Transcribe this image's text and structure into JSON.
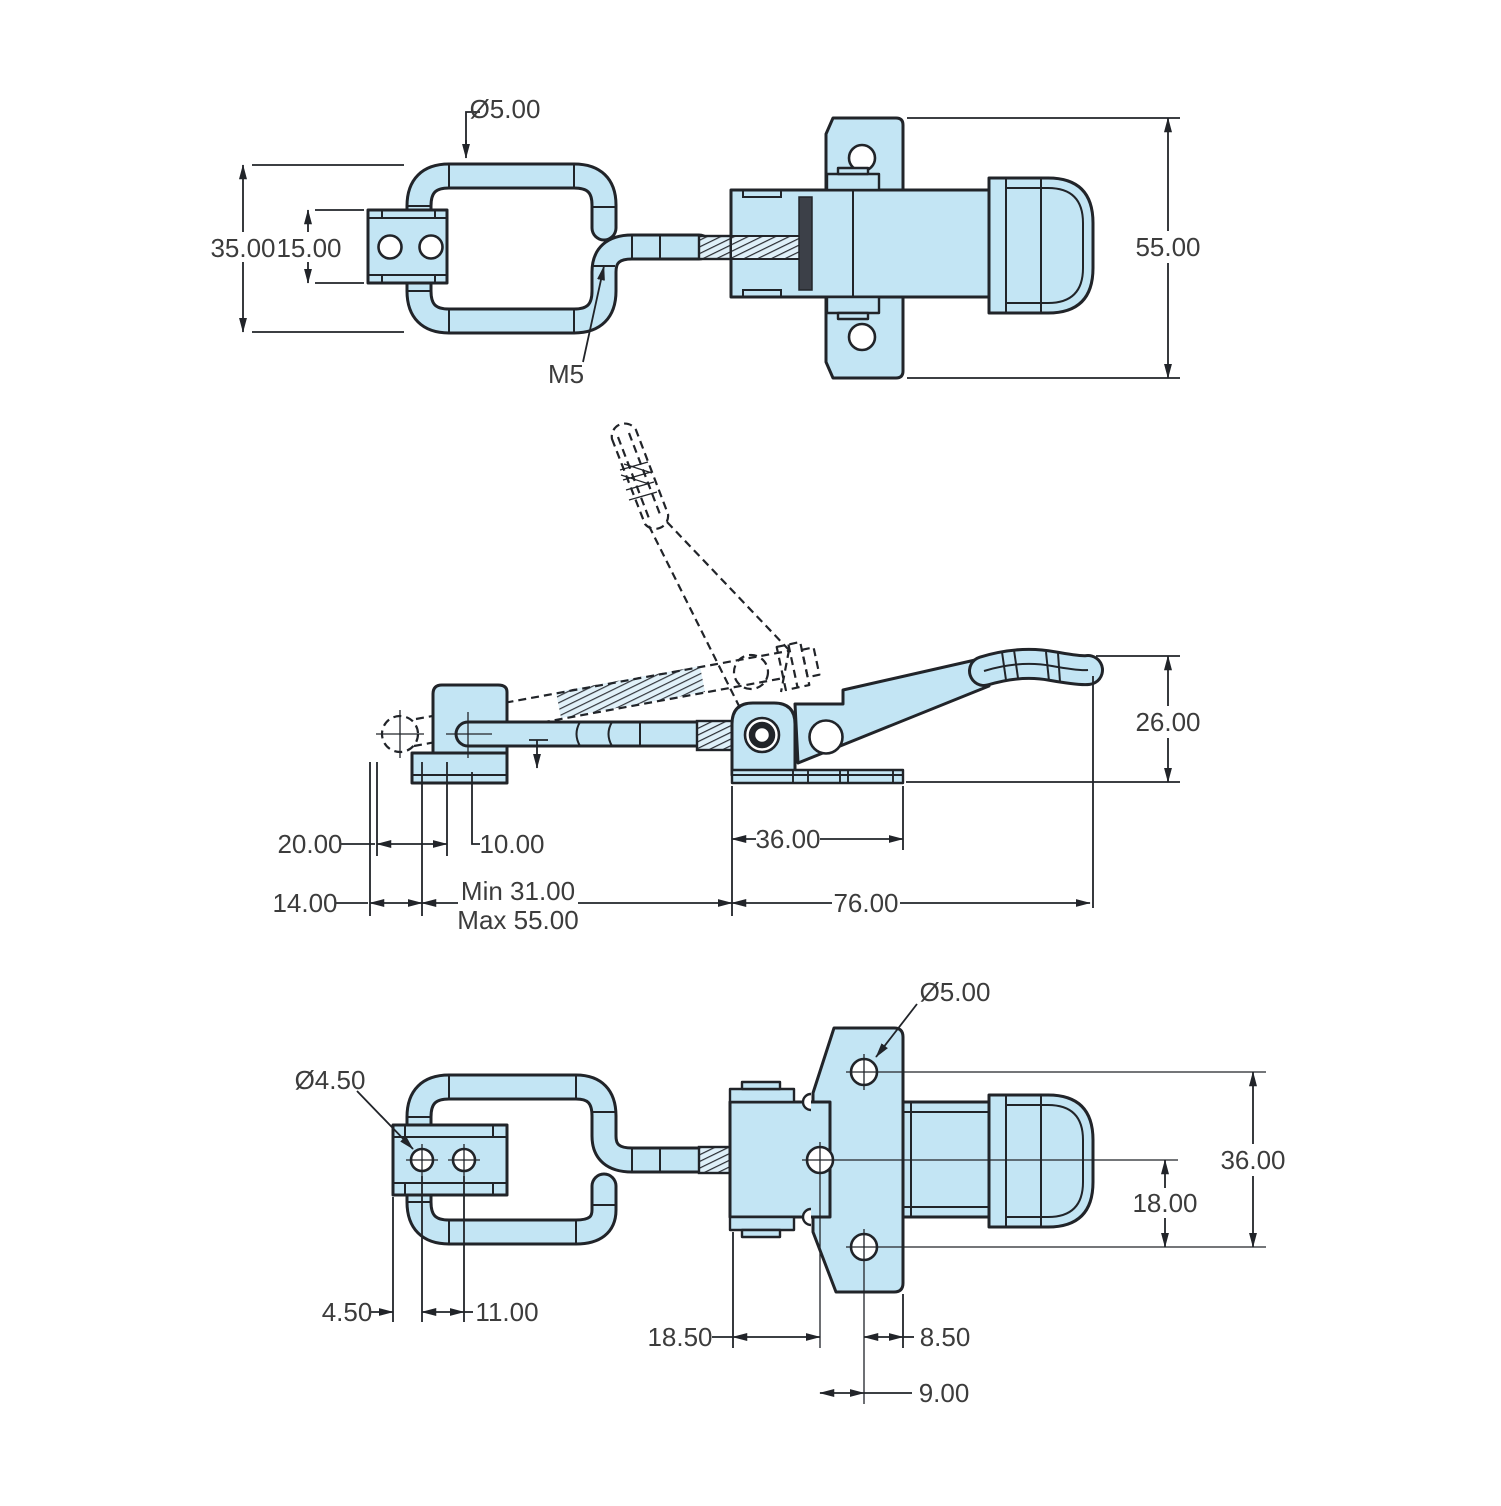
{
  "drawing": {
    "type": "technical-drawing",
    "subject": "adjustable toggle latch with catch plate",
    "colors": {
      "part_fill": "#c3e5f4",
      "line": "#212429",
      "dim_text": "#3c3c3c",
      "background": "#ffffff"
    },
    "views": {
      "top": {
        "labels": {
          "loop_wire_diameter": "Ø5.00",
          "overall_width": "35.00",
          "catch_width": "15.00",
          "body_length": "55.00",
          "thread_size": "M5"
        }
      },
      "side": {
        "labels": {
          "handle_height": "26.00",
          "catch_length": "20.00",
          "loop_height": "10.00",
          "base_length": "36.00",
          "catch_hole_offset": "14.00",
          "reach_min": "Min 31.00",
          "reach_max": "Max 55.00",
          "overall_length": "76.00"
        }
      },
      "bottom": {
        "labels": {
          "catch_hole_diameter": "Ø4.50",
          "mount_hole_diameter": "Ø5.00",
          "catch_edge_to_hole": "4.50",
          "catch_hole_spacing": "11.00",
          "body_edge_to_hole": "18.50",
          "hole_to_plate_edge": "8.50",
          "hole_stagger": "9.00",
          "mount_hole_span": "36.00",
          "mid_hole_span": "18.00"
        }
      }
    }
  }
}
